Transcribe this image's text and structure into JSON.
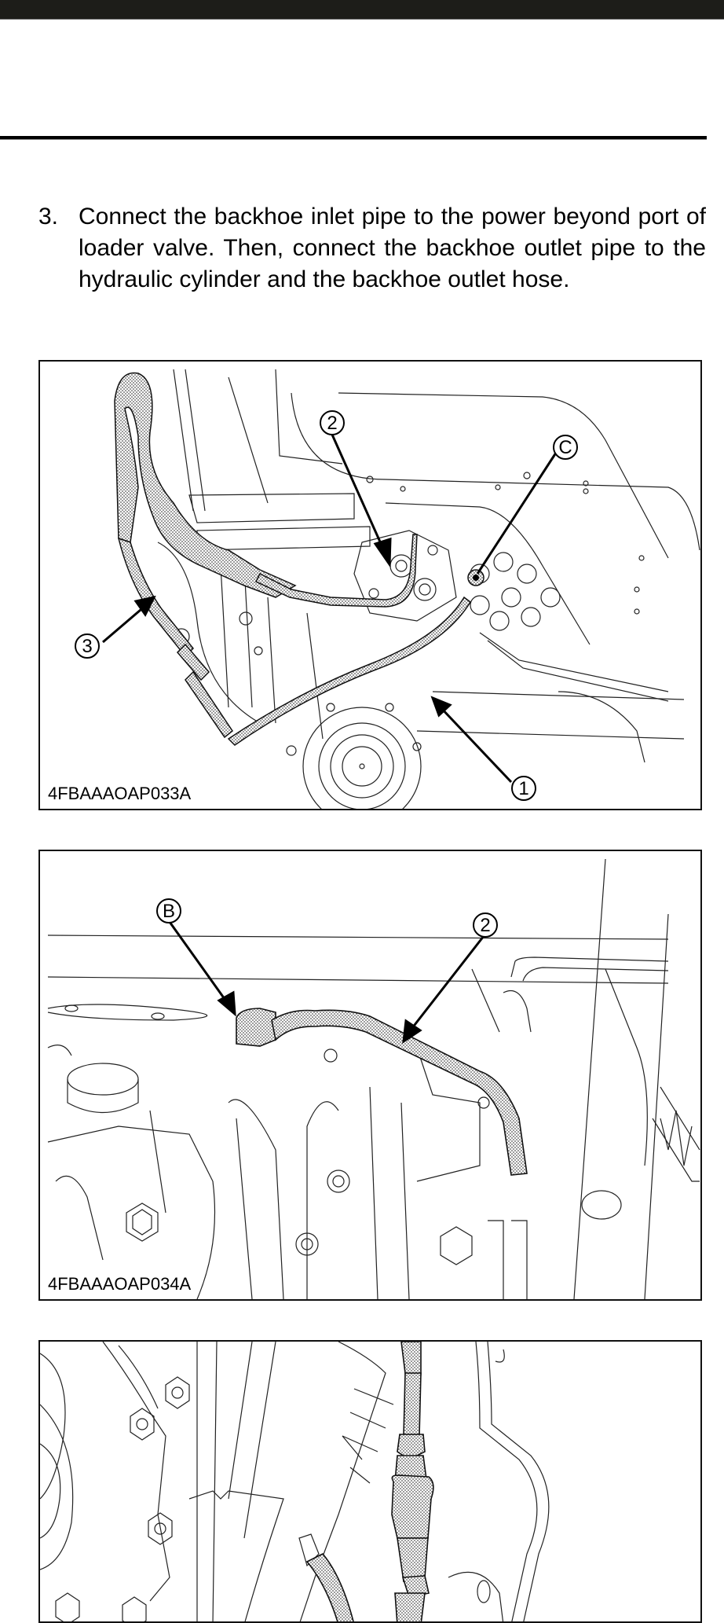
{
  "header": {
    "bar_color": "#1d1d19"
  },
  "step": {
    "number": "3.",
    "text": "Connect the backhoe inlet pipe to the power beyond port of loader valve. Then, connect the backhoe outlet pipe to the hydraulic cylinder and the backhoe outlet hose."
  },
  "figures": [
    {
      "caption": "4FBAAAOAP033A",
      "callouts": [
        "2",
        "C",
        "3",
        "1"
      ]
    },
    {
      "caption": "4FBAAAOAP034A",
      "callouts": [
        "B",
        "2"
      ]
    },
    {
      "caption": "",
      "callouts": []
    }
  ]
}
